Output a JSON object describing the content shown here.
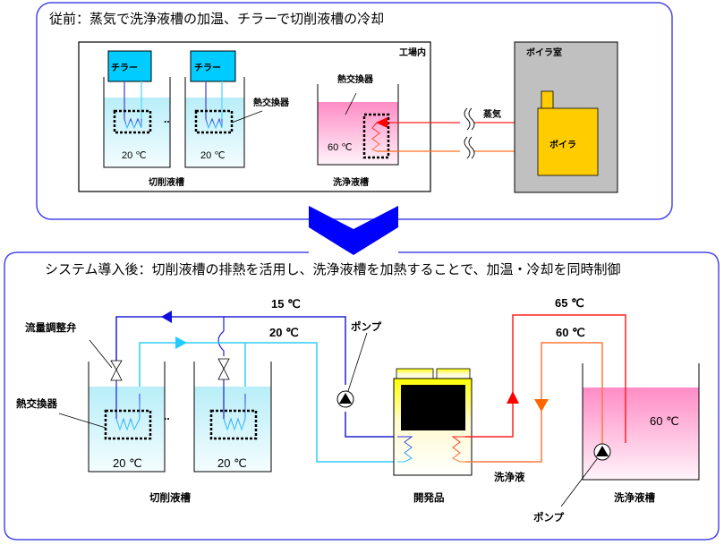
{
  "before": {
    "title": "従前：蒸気で洗浄液槽の加温、チラーで切削液槽の冷却",
    "factory_label": "工場内",
    "boiler_room_label": "ボイラ室",
    "chiller_label": "チラー",
    "heat_exchanger_label": "熱交換器",
    "cutting_tank_temp": "20 ℃",
    "cutting_tank_label": "切削液槽",
    "ellipsis": "‥",
    "cleaning_tank_temp": "60 ℃",
    "cleaning_tank_label": "洗浄液槽",
    "steam_label": "蒸気",
    "boiler_label": "ボイラ"
  },
  "after": {
    "title": "システム導入後：切削液槽の排熱を活用し、洗浄液槽を加熱することで、加温・冷却を同時制御",
    "temp_15": "15 ℃",
    "temp_20": "20 ℃",
    "temp_65": "65 ℃",
    "temp_60": "60 ℃",
    "valve_label": "流量調整弁",
    "heat_exchanger_label": "熱交換器",
    "pump_label": "ポンプ",
    "cutting_tank_temp": "20 ℃",
    "cutting_tank_label": "切削液槽",
    "ellipsis": "‥",
    "product_label": "開発品",
    "cleaning_fluid_label": "洗浄液",
    "cleaning_tank_label": "洗浄液槽",
    "cleaning_tank_temp": "60 ℃"
  },
  "colors": {
    "frame_border": "#4040e0",
    "chiller": "#00ccff",
    "cold_supply": "#2020d0",
    "cold_return": "#33ccff",
    "hot_supply": "#ff0000",
    "hot_return": "#ff6600",
    "boiler": "#ffcc00",
    "boiler_room": "#c0c0c0",
    "cleaning_liquid": "#ff8cc6",
    "cutting_liquid": "#b8f0f8",
    "arrow_down": "#0000ff"
  }
}
